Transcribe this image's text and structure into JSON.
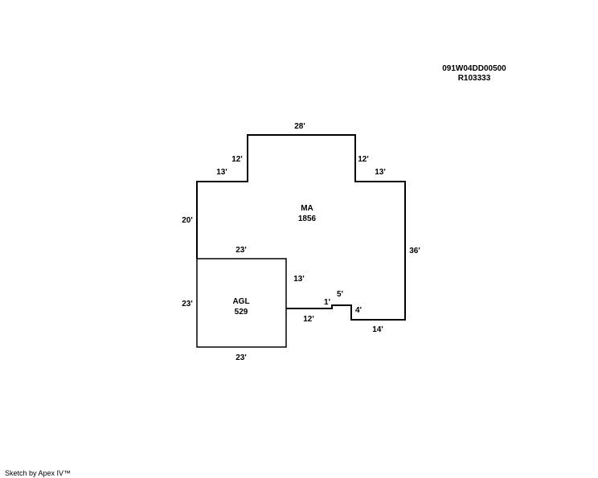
{
  "parcel": {
    "map_number": "091W04DD00500",
    "account": "R103333"
  },
  "areas": {
    "main": {
      "code": "MA",
      "sqft": "1856"
    },
    "garage": {
      "code": "AGL",
      "sqft": "529"
    }
  },
  "dimensions": {
    "top": "28'",
    "upper_left_jog": "12'",
    "upper_left_step": "13'",
    "upper_right_jog": "12'",
    "upper_right_step": "13'",
    "left_upper": "20'",
    "right": "36'",
    "garage_top": "23'",
    "garage_left": "23'",
    "garage_bottom": "23'",
    "garage_right": "13'",
    "bottom_mid": "12'",
    "notch_small": "1'",
    "notch_top": "5'",
    "notch_drop": "4'",
    "bottom_right": "14'"
  },
  "footer": {
    "credit": "Sketch by Apex IV™"
  }
}
